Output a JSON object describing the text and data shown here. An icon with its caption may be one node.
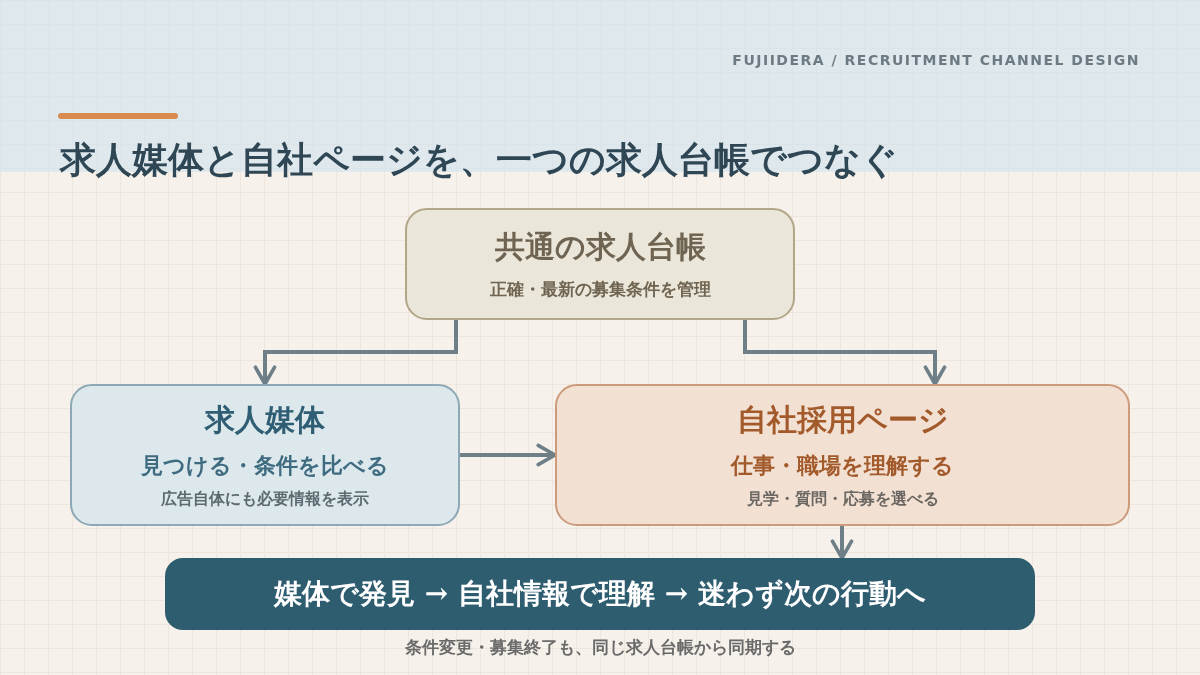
{
  "diagram": {
    "title": "求人媒体と自社ページを、一つの求人台帳でつなぐ",
    "nodes": [
      {
        "text": [
          "共通の求人台帳",
          "正確・最新の募集条件を管理"
        ]
      },
      {
        "text": [
          "求人媒体",
          "見つける・条件を比べる",
          "広告自体にも必要情報を表示"
        ]
      },
      {
        "text": [
          "自社採用ページ",
          "仕事・職場を理解する",
          "見学・質問・応募を選べる"
        ]
      },
      {
        "text": [
          "媒体で発見 → 自社情報で理解 → 迷わず次の行動へ"
        ]
      }
    ],
    "edges": [
      {
        "from": 0,
        "to": 1,
        "arrow": "to"
      },
      {
        "from": 0,
        "to": 2,
        "arrow": "to"
      },
      {
        "from": 1,
        "to": 2,
        "arrow": "to"
      },
      {
        "from": 2,
        "to": 3,
        "arrow": "to"
      }
    ],
    "labels": [
      "FUJIIDERA / RECRUITMENT CHANNEL DESIGN",
      "条件変更・募集終了も、同じ求人台帳から同期する"
    ]
  }
}
